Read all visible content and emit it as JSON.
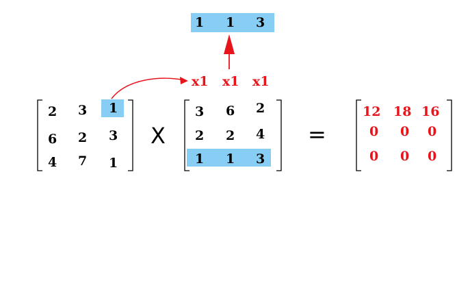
{
  "top_result_row": [
    "1",
    "1",
    "3"
  ],
  "multipliers": [
    "x1",
    "x1",
    "x1"
  ],
  "matrix_a": [
    [
      "2",
      "3",
      "1"
    ],
    [
      "6",
      "2",
      "3"
    ],
    [
      "4",
      "7",
      "1"
    ]
  ],
  "operator_times": "X",
  "matrix_b": [
    [
      "3",
      "6",
      "2"
    ],
    [
      "2",
      "2",
      "4"
    ],
    [
      "1",
      "1",
      "3"
    ]
  ],
  "operator_equals": "=",
  "matrix_c": [
    [
      "12",
      "18",
      "16"
    ],
    [
      "0",
      "0",
      "0"
    ],
    [
      "0",
      "0",
      "0"
    ]
  ],
  "colors": {
    "highlight": "#87cdf4",
    "accent": "#e8141c",
    "text": "#000000"
  }
}
